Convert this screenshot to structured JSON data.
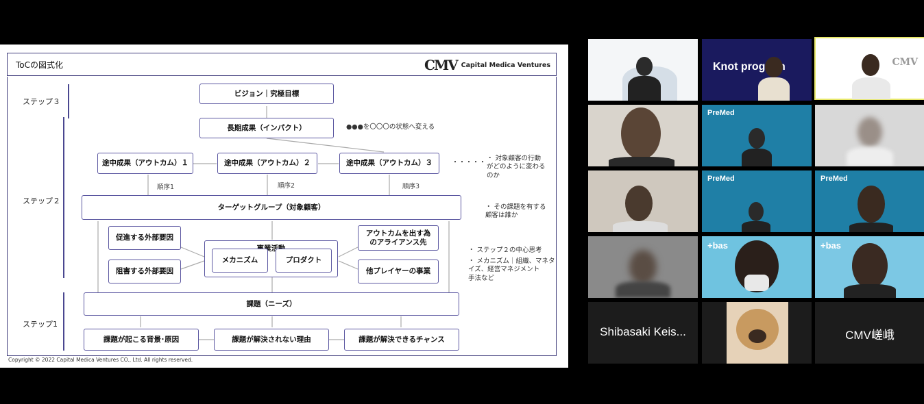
{
  "slide": {
    "title": "ToCの図式化",
    "logo_mark": "CMV",
    "logo_text": "Capital Medica Ventures",
    "copyright": "Copyright © 2022 Capital Medica Ventures CO., Ltd. All rights reserved.",
    "steps": {
      "step3": "ステップ３",
      "step2": "ステップ２",
      "step1": "ステップ1"
    },
    "boxes": {
      "vision": "ビジョン｜究極目標",
      "long_term": "長期成果（インパクト）",
      "mid1": "途中成果（アウトカム）１",
      "mid2": "途中成果（アウトカム）２",
      "mid3": "途中成果（アウトカム）３",
      "target": "ターゲットグループ（対象顧客）",
      "promote": "促進する外部要因",
      "inhibit": "阻害する外部要因",
      "business": "事業活動",
      "mechanism": "メカニズム",
      "product": "プロダクト",
      "alliance": "アウトカムを出す為のアライアンス先",
      "other_players": "他プレイヤーの事業",
      "needs": "課題（ニーズ）",
      "background": "課題が起こる背景･原因",
      "unsolved": "課題が解決されない理由",
      "chance": "課題が解決できるチャンス"
    },
    "order": {
      "o1": "順序1",
      "o2": "順序2",
      "o3": "順序3"
    },
    "dots": "・・・・・",
    "notes": {
      "impact": "●●●を〇〇〇の状態へ変える",
      "behavior": "・ 対象顧客の行動\nがどのように変わる\nのか",
      "customer": "・ その課題を有する\n顧客は誰か",
      "center": "・ ステップ２の中心思考",
      "mechanism": "・ メカニズム｜組織、マネタ\nイズ、経営マネジメント\n手法など"
    }
  },
  "participants": [
    {
      "name": "",
      "bg": "#f4f6f8"
    },
    {
      "name": "",
      "bg": "#1a1a5e",
      "banner": "Knot program"
    },
    {
      "name": "",
      "bg": "#ffffff",
      "logo": "CMV"
    },
    {
      "name": "",
      "bg": "#d9d4cc"
    },
    {
      "name": "",
      "bg": "#1f7fa6",
      "brand": "PreMed"
    },
    {
      "name": "",
      "bg": "#d8d8d8"
    },
    {
      "name": "",
      "bg": "#cfc8be"
    },
    {
      "name": "",
      "bg": "#1f7fa6",
      "brand": "PreMed"
    },
    {
      "name": "",
      "bg": "#1f7fa6",
      "brand": "PreMed"
    },
    {
      "name": "",
      "bg": "#8a8a8a"
    },
    {
      "name": "",
      "bg": "#6fc3e0",
      "brand": "+bas"
    },
    {
      "name": "",
      "bg": "#7cc8e4",
      "brand": "+bas"
    },
    {
      "name": "Shibasaki Keis...",
      "bg": "#1c1c1c"
    },
    {
      "name": "",
      "bg": "#1c1c1c"
    },
    {
      "name": "CMV嵯峨",
      "bg": "#1c1c1c"
    }
  ],
  "colors": {
    "frame": "#3d3a7a",
    "box_border": "#5a56a0",
    "highlight": "#e8e86a"
  }
}
